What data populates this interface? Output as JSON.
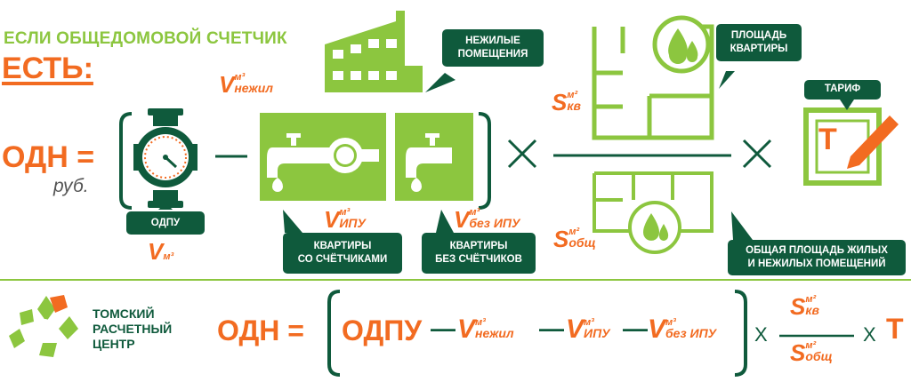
{
  "heading": {
    "line1": "ЕСЛИ ОБЩЕДОМОВОЙ СЧЕТЧИК",
    "line2": "ЕСТЬ:"
  },
  "formula_top": {
    "odn": "ОДН =",
    "currency": "руб.",
    "minus": "—",
    "times": "×"
  },
  "labels": {
    "odpu_badge": "ОДПУ",
    "non_residential": [
      "НЕЖИЛЫЕ",
      "ПОМЕЩЕНИЯ"
    ],
    "apartment_area": [
      "ПЛОЩАДЬ",
      "КВАРТИРЫ"
    ],
    "tariff": "ТАРИФ",
    "with_meters": [
      "КВАРТИРЫ",
      "СО СЧЁТЧИКАМИ"
    ],
    "without_meters": [
      "КВАРТИРЫ",
      "БЕЗ СЧЁТЧИКОВ"
    ],
    "total_area": [
      "ОБЩАЯ ПЛОЩАДЬ ЖИЛЫХ",
      "И НЕЖИЛЫХ ПОМЕЩЕНИЙ"
    ]
  },
  "variables": {
    "v_odpu": {
      "base": "V",
      "sup": "м³"
    },
    "v_nonres": {
      "base": "V",
      "sup": "м³",
      "sub": "нежил"
    },
    "v_ipu": {
      "base": "V",
      "sup": "м³",
      "sub": "ИПУ"
    },
    "v_no_ipu": {
      "base": "V",
      "sup": "м³",
      "sub": "без ИПУ"
    },
    "s_kv": {
      "base": "S",
      "sup": "м²",
      "sub": "кв"
    },
    "s_total": {
      "base": "S",
      "sup": "м²",
      "sub": "общ"
    },
    "tariff_letter": "Т"
  },
  "logo": {
    "lines": [
      "ТОМСКИЙ",
      "РАСЧЕТНЫЙ",
      "ЦЕНТР"
    ]
  },
  "formula_bottom": {
    "odn": "ОДН =",
    "odpu": "ОДПУ",
    "minus": "—",
    "times": "Х",
    "tariff": "Т"
  },
  "colors": {
    "green": "#8cc63f",
    "dark_green": "#0f5a3c",
    "orange": "#f26b21"
  }
}
